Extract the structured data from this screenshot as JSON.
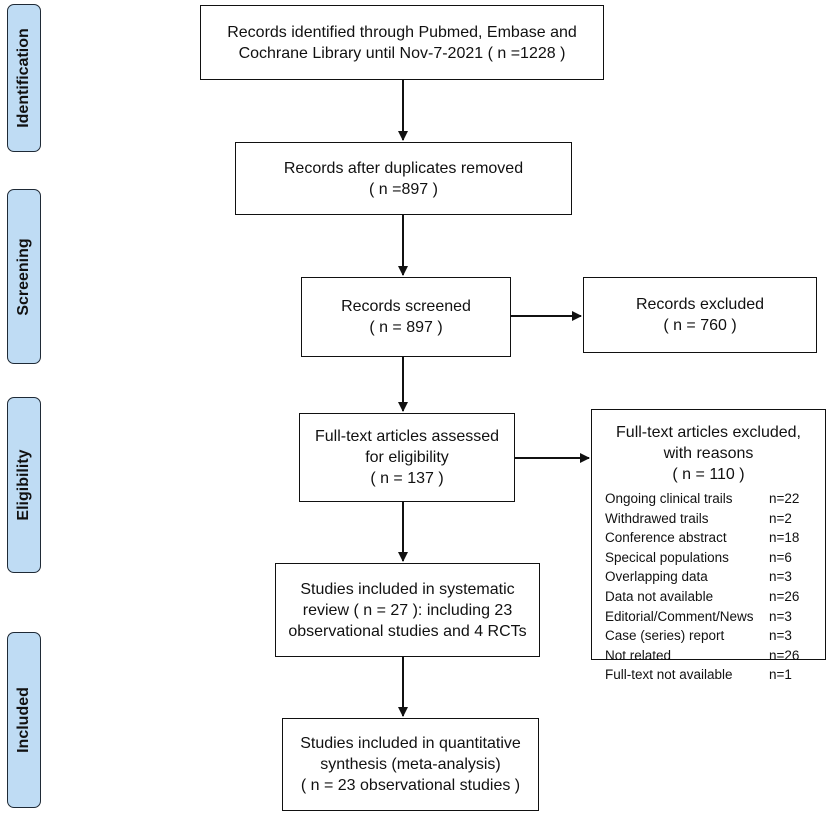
{
  "phases": {
    "identification": "Identification",
    "screening": "Screening",
    "eligibility": "Eligibility",
    "included": "Included"
  },
  "boxes": {
    "identified": {
      "line1": "Records identified through Pubmed, Embase and",
      "line2": "Cochrane Library until Nov-7-2021 ( n =1228  )"
    },
    "duplicates_removed": {
      "line1": "Records after duplicates removed",
      "line2": "( n =897 )"
    },
    "screened": {
      "line1": "Records screened",
      "line2": "( n = 897 )"
    },
    "excluded": {
      "line1": "Records excluded",
      "line2": "( n = 760 )"
    },
    "full_text": {
      "line1": "Full-text articles assessed",
      "line2": "for eligibility",
      "line3": "( n = 137 )"
    },
    "full_text_excluded": {
      "line1": "Full-text articles excluded,",
      "line2": "with reasons",
      "line3": "( n =  110 )",
      "reasons": [
        {
          "label": "Ongoing clinical trails",
          "count": "n=22"
        },
        {
          "label": "Withdrawed trails",
          "count": "n=2"
        },
        {
          "label": "Conference abstract",
          "count": "n=18"
        },
        {
          "label": "Specical populations",
          "count": "n=6"
        },
        {
          "label": "Overlapping data",
          "count": "n=3"
        },
        {
          "label": "Data not available",
          "count": "n=26"
        },
        {
          "label": "Editorial/Comment/News",
          "count": "n=3"
        },
        {
          "label": "Case (series) report",
          "count": "n=3"
        },
        {
          "label": "Not related",
          "count": "n=26"
        },
        {
          "label": "Full-text not available",
          "count": "n=1"
        }
      ]
    },
    "systematic_review": {
      "line1": "Studies included in systematic",
      "line2": "review ( n = 27 ): including 23",
      "line3": "observational studies and 4 RCTs"
    },
    "quantitative": {
      "line1": "Studies included in quantitative",
      "line2": "synthesis (meta-analysis)",
      "line3": "( n = 23 observational studies )"
    }
  }
}
